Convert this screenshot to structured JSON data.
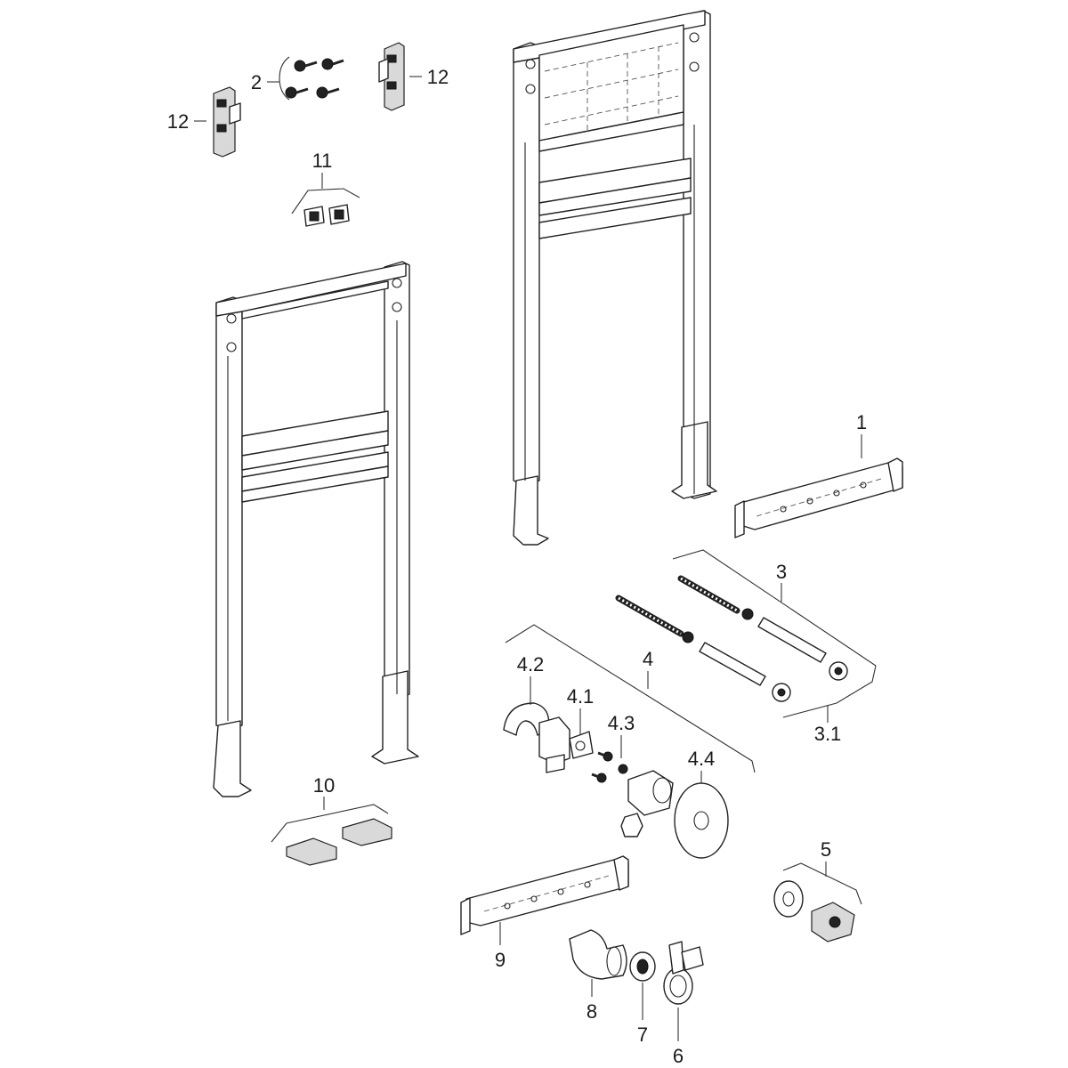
{
  "labels": {
    "l1": "1",
    "l2": "2",
    "l3": "3",
    "l3_1": "3.1",
    "l4": "4",
    "l4_1": "4.1",
    "l4_2": "4.2",
    "l4_3": "4.3",
    "l4_4": "4.4",
    "l5": "5",
    "l6": "6",
    "l7": "7",
    "l8": "8",
    "l9": "9",
    "l10": "10",
    "l11": "11",
    "l12a": "12",
    "l12b": "12"
  }
}
